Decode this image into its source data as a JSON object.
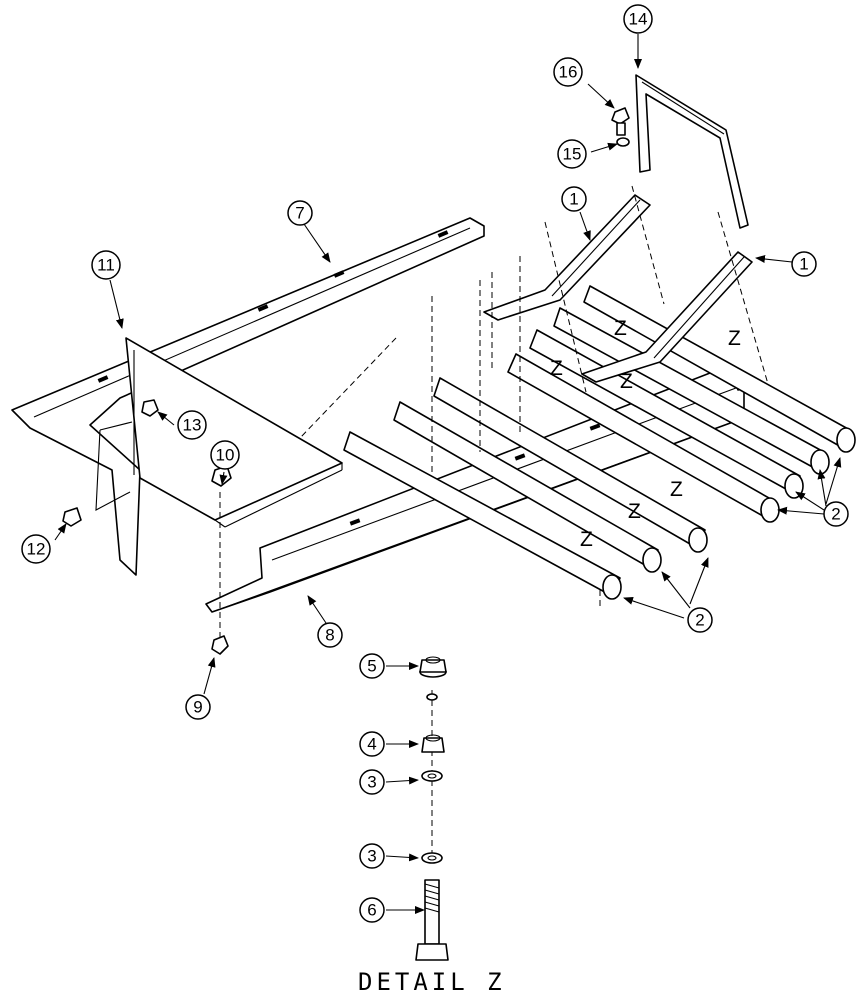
{
  "callouts": [
    "1",
    "1",
    "2",
    "2",
    "3",
    "3",
    "4",
    "5",
    "6",
    "7",
    "8",
    "9",
    "10",
    "11",
    "12",
    "13",
    "14",
    "15",
    "16"
  ],
  "z_label": "Z",
  "detail_label": "DETAIL Z"
}
